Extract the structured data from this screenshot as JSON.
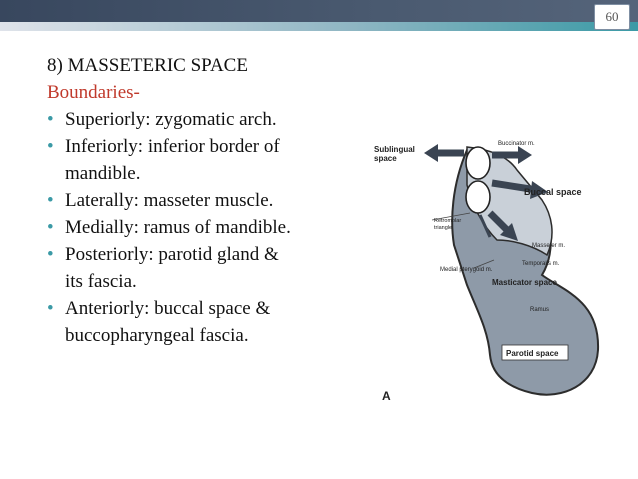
{
  "slide": {
    "number": "60"
  },
  "title": "8) MASSETERIC SPACE",
  "subtitle": "Boundaries-",
  "bullets": [
    {
      "line1": "Superiorly: zygomatic arch.",
      "line2": ""
    },
    {
      "line1": "Inferiorly: inferior border of",
      "line2": "mandible."
    },
    {
      "line1": "Laterally: masseter muscle.",
      "line2": ""
    },
    {
      "line1": "Medially: ramus of mandible.",
      "line2": ""
    },
    {
      "line1": "Posteriorly: parotid gland &",
      "line2": "its fascia."
    },
    {
      "line1": "Anteriorly: buccal space &",
      "line2": "buccopharyngeal fascia."
    }
  ],
  "figure": {
    "panel_letter": "A",
    "labels": {
      "sublingual_line1": "Sublingual",
      "sublingual_line2": "space",
      "buccinator": "Buccinator m.",
      "buccal_space": "Buccal space",
      "retromolar_line1": "Retromolar",
      "retromolar_line2": "triangle",
      "masseter": "Masseter m.",
      "temporalis": "Temporalis m.",
      "medial_pterygoid": "Medial pterygoid m.",
      "masticator_space": "Masticator space",
      "ramus": "Ramus",
      "parotid_space": "Parotid space"
    }
  },
  "colors": {
    "bullet": "#3b9aa6",
    "subtitle": "#c0392b",
    "space_fill": "#8e9aa8",
    "arrow": "#3a4452"
  }
}
